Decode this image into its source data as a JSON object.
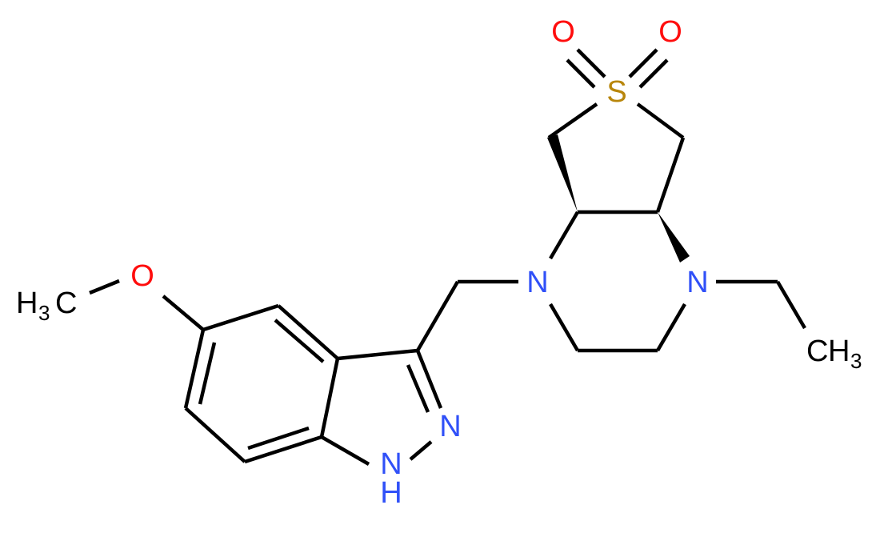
{
  "molecule": {
    "description": "Skeletal structure: hexahydrothieno[3,4-b]pyrazine 6,6-dioxide bearing an ethyl on one N and a (5-methoxy-1H-indazol-3-yl)methyl on the other N",
    "colors": {
      "bond": "#000000",
      "carbon_label": "#000000",
      "nitrogen": "#3050F8",
      "oxygen": "#FF0D0D",
      "sulfur": "#B8860B",
      "background": "#FFFFFF"
    },
    "labels": {
      "sulfonyl_o_left": "O",
      "sulfonyl_o_right": "O",
      "sulfur": "S",
      "n_piperazine_left": "N",
      "n_piperazine_right": "N",
      "methoxy_o": "O",
      "methyl_h": "H",
      "methyl_sub": "3",
      "methyl_c": "C",
      "ethyl_c": "C",
      "ethyl_h": "H",
      "ethyl_sub": "3",
      "indazole_n2": "N",
      "indazole_n1": "N",
      "indazole_n1_h": "H"
    }
  }
}
